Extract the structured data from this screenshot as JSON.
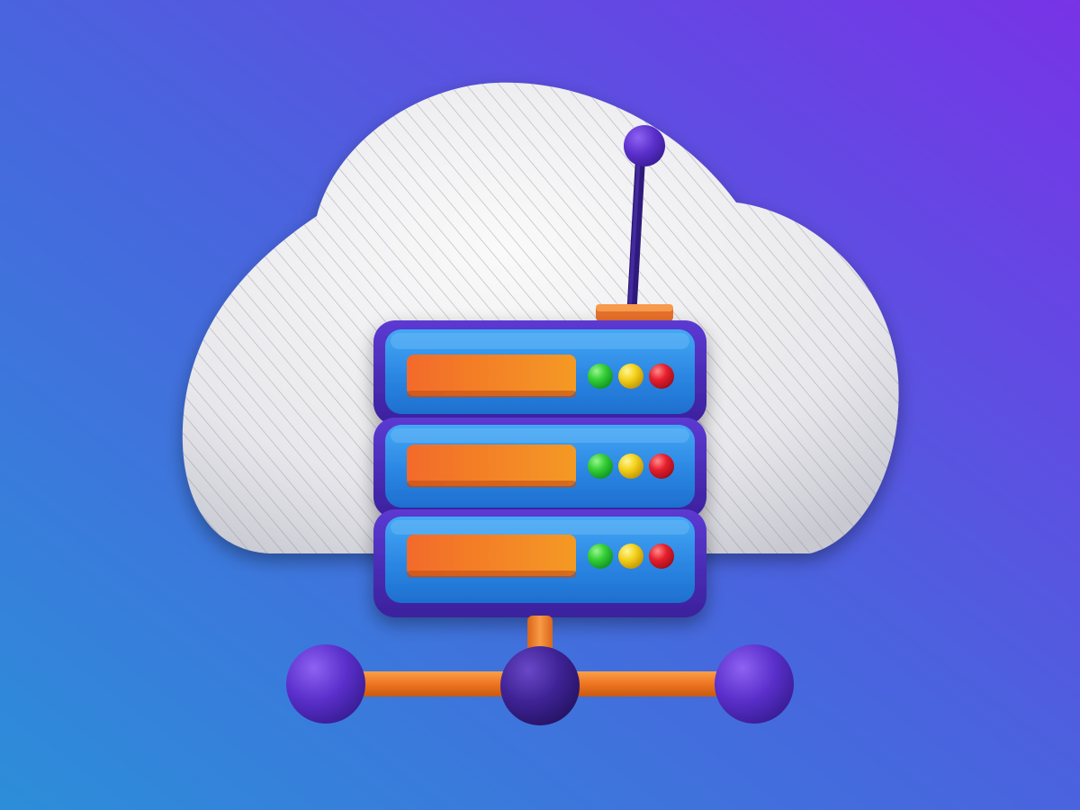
{
  "scene": {
    "subject": "cloud-server-network-icon",
    "colors": {
      "background_left": "#2F87DB",
      "background_right": "#7535E6",
      "cloud": "#EFEFEF",
      "cloud_stripe": "#8E8E9A",
      "server_frame": "#4A2AB8",
      "server_face": "#2F8FE6",
      "label_orange": "#F28A2A",
      "led_green": "#2BD13A",
      "led_yellow": "#F2D21A",
      "led_red": "#E5202C",
      "antenna_ball": "#6A3BD6",
      "connector_orange": "#F07A22",
      "node_purple": "#5A2CC8",
      "node_dark": "#3A1F8C"
    },
    "server_units": [
      {
        "leds": [
          "led-green",
          "led-yellow",
          "led-red"
        ]
      },
      {
        "leds": [
          "led-green",
          "led-yellow",
          "led-red"
        ]
      },
      {
        "leds": [
          "led-green",
          "led-yellow",
          "led-red"
        ]
      }
    ],
    "network_nodes": [
      "left-node",
      "center-node",
      "right-node"
    ]
  }
}
